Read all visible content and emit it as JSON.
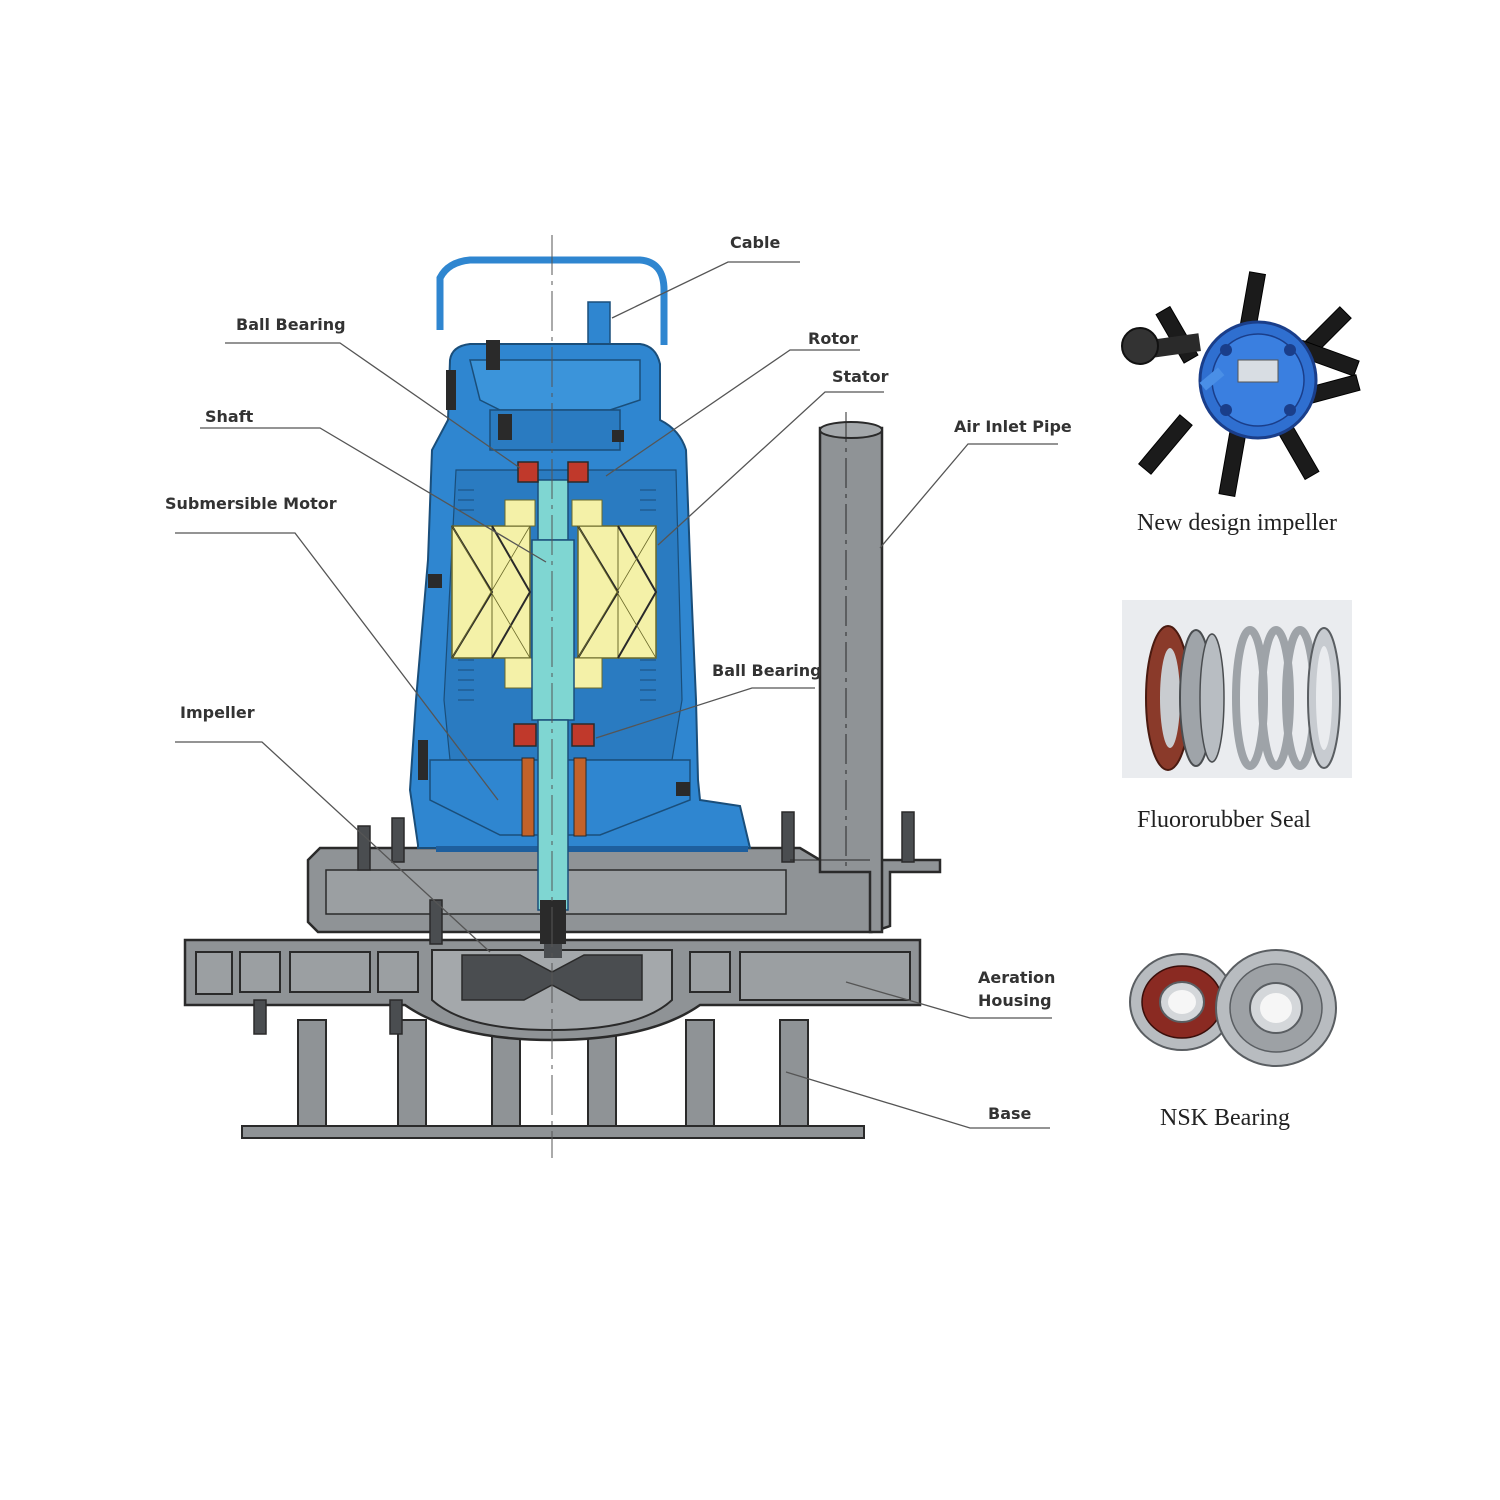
{
  "diagram": {
    "labels": {
      "cable": "Cable",
      "ball_bearing_top": "Ball Bearing",
      "rotor": "Rotor",
      "stator": "Stator",
      "shaft": "Shaft",
      "air_inlet_pipe": "Air Inlet Pipe",
      "submersible_motor": "Submersible Motor",
      "ball_bearing_bottom": "Ball Bearing",
      "impeller": "Impeller",
      "aeration_housing_1": "Aeration",
      "aeration_housing_2": "Housing",
      "base": "Base"
    },
    "colors": {
      "motor_body": "#2f86d0",
      "motor_dark": "#1e5f9e",
      "winding": "#f4f1a8",
      "shaft": "#7fd6d2",
      "housing_gray": "#8f9396",
      "housing_dark": "#4a4d50",
      "bearing_red": "#c0392b",
      "seal_brown": "#c2622a"
    }
  },
  "photos": {
    "impeller_caption": "New design impeller",
    "seal_caption": "Fluororubber Seal",
    "bearing_caption": "NSK Bearing"
  }
}
